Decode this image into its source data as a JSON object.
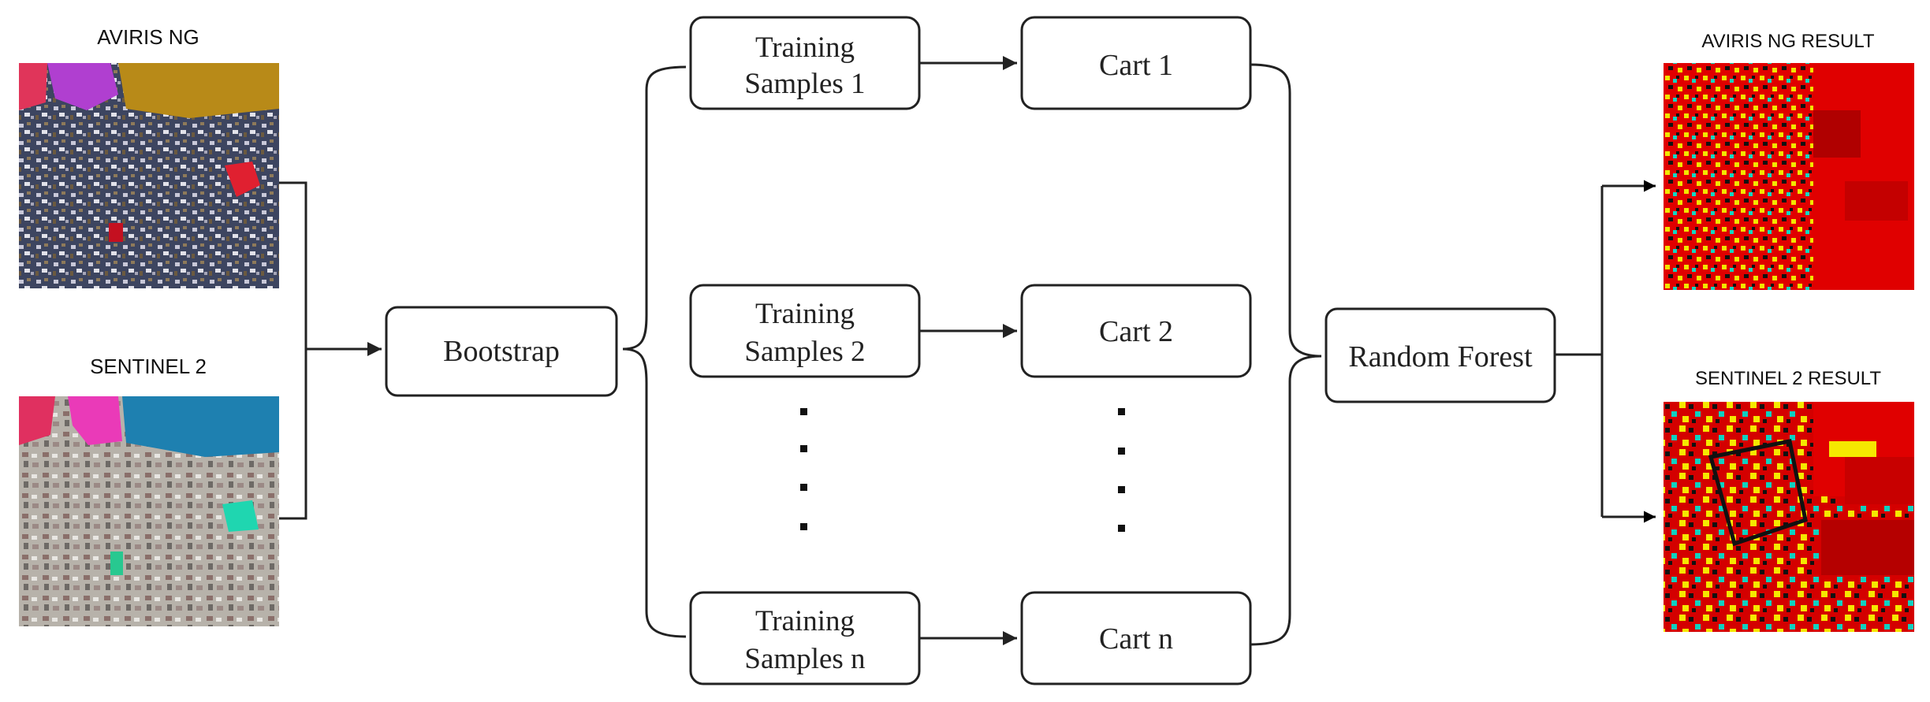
{
  "inputs": {
    "aviris_label": "AVIRIS NG",
    "sentinel_label": "SENTINEL 2"
  },
  "process": {
    "bootstrap": "Bootstrap",
    "training": [
      {
        "line1": "Training",
        "line2": "Samples 1"
      },
      {
        "line1": "Training",
        "line2": "Samples 2"
      },
      {
        "line1": "Training",
        "line2": "Samples n"
      }
    ],
    "carts": [
      "Cart 1",
      "Cart 2",
      "Cart n"
    ],
    "random_forest": "Random Forest"
  },
  "outputs": {
    "aviris_result_label": "AVIRIS NG RESULT",
    "sentinel_result_label": "SENTINEL 2 RESULT"
  }
}
